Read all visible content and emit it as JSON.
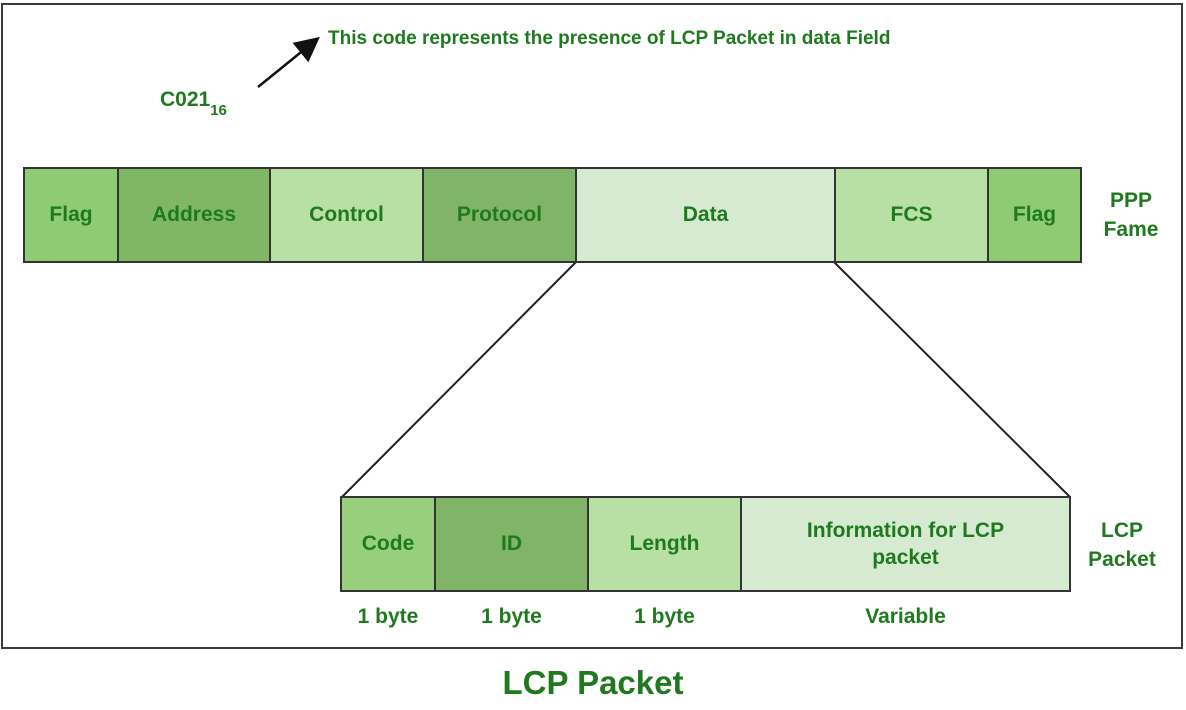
{
  "annotation": {
    "note": "This code represents the presence of LCP Packet in data Field",
    "code": "C021",
    "code_subscript": "16"
  },
  "ppp_frame": {
    "label_line1": "PPP",
    "label_line2": "Fame",
    "fields": [
      {
        "label": "Flag",
        "color": "#8fcb72"
      },
      {
        "label": "Address",
        "color": "#7fb765"
      },
      {
        "label": "Control",
        "color": "#b8e0a4"
      },
      {
        "label": "Protocol",
        "color": "#80b466"
      },
      {
        "label": "Data",
        "color": "#d6ead1"
      },
      {
        "label": "FCS",
        "color": "#b8e0a4"
      },
      {
        "label": "Flag",
        "color": "#8fcb72"
      }
    ]
  },
  "lcp_packet": {
    "label_line1": "LCP",
    "label_line2": "Packet",
    "fields": [
      {
        "label": "Code",
        "size": "1 byte",
        "color": "#98cf7c"
      },
      {
        "label": "ID",
        "size": "1 byte",
        "color": "#80b466"
      },
      {
        "label": "Length",
        "size": "1 byte",
        "color": "#b8e0a4"
      },
      {
        "label": "Information for LCP packet",
        "size": "Variable",
        "color": "#d6ead1"
      }
    ]
  },
  "caption": "LCP Packet",
  "colors": {
    "text": "#1f7a1f",
    "border": "#333333"
  }
}
